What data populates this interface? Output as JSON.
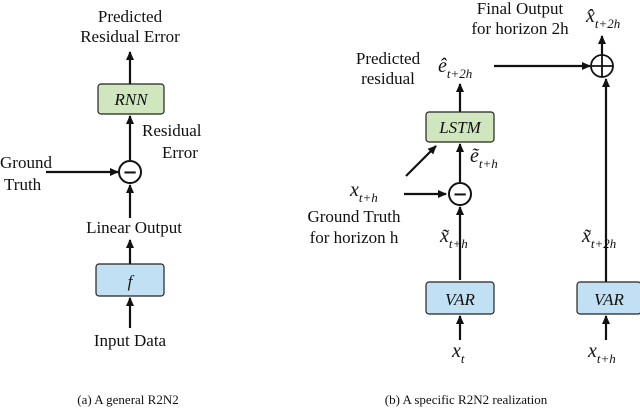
{
  "left": {
    "out_label_1": "Predicted",
    "out_label_2": "Residual Error",
    "rnn": "RNN",
    "residual_1": "Residual",
    "residual_2": "Error",
    "ground_1": "Ground",
    "ground_2": "Truth",
    "minus": "−",
    "linear": "Linear Output",
    "f": "f",
    "input": "Input Data",
    "caption": "(a) A general R2N2"
  },
  "right": {
    "final_1": "Final Output",
    "final_2": "for horizon 2h",
    "pred_1": "Predicted",
    "pred_2": "residual",
    "lstm": "LSTM",
    "var": "VAR",
    "ground_1": "Ground Truth",
    "ground_2": "for horizon h",
    "minus": "−",
    "plus": "+",
    "sym_ehat": "ê",
    "sym_ehat_sub": "t+2h",
    "sym_etilde": "ẽ",
    "sym_etilde_sub": "t+h",
    "sym_xth": "x",
    "sym_xth_sub": "t+h",
    "sym_xtilde1": "x̃",
    "sym_xtilde1_sub": "t+h",
    "sym_xt": "x",
    "sym_xt_sub": "t",
    "sym_xhat": "x̂",
    "sym_xhat_sub": "t+2h",
    "sym_xtilde2": "x̃",
    "sym_xtilde2_sub": "t+2h",
    "sym_xth2": "x",
    "sym_xth2_sub": "t+h",
    "caption": "(b) A specific R2N2 realization"
  }
}
